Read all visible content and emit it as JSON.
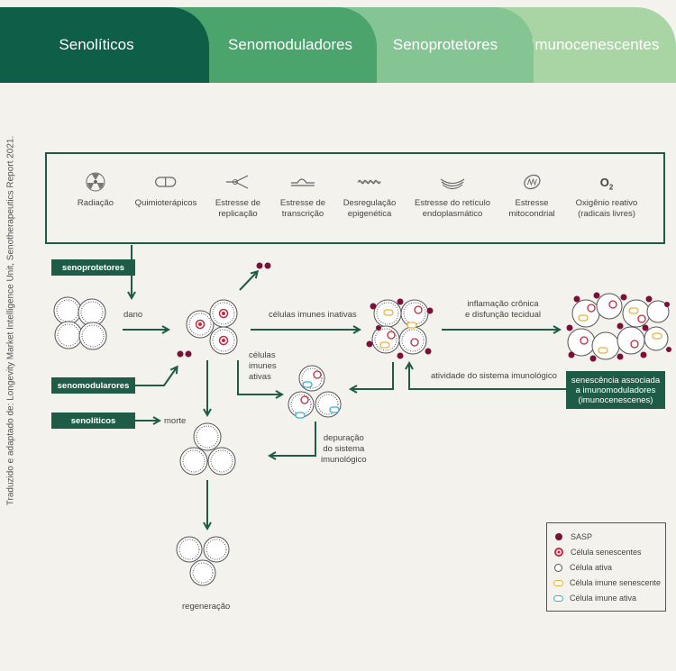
{
  "tabs": [
    "Senolíticos",
    "Senomoduladores",
    "Senoprotetores",
    "Imunocenescentes"
  ],
  "credit": "Traduzido e adaptado de: Longevity Market Intelligence Unit, Senotherapeutics Report 2021.",
  "stressors": [
    {
      "icon": "radiation-icon",
      "label": "Radiação"
    },
    {
      "icon": "capsule-icon",
      "label": "Quimioterápicos"
    },
    {
      "icon": "replication-fork-icon",
      "label": "Estresse de\nreplicação"
    },
    {
      "icon": "transcription-icon",
      "label": "Estresse de\ntranscrição"
    },
    {
      "icon": "dna-coil-icon",
      "label": "Desregulação\nepigenética"
    },
    {
      "icon": "reticulum-icon",
      "label": "Estresse do retículo\nendoplasmático"
    },
    {
      "icon": "mitochondria-icon",
      "label": "Estresse\nmitocondrial"
    },
    {
      "icon": "oxygen-icon",
      "icon_text": "O",
      "icon_sub": "2",
      "label": "Oxigênio reativo\n(radicais livres)"
    }
  ],
  "tags": {
    "senoprotetores": "senoprotetores",
    "senomoduladores": "senomodularores",
    "senoliticos": "senolíticos",
    "imuno": "senescência associada\na imunomoduladores\n(imunocenescenes)"
  },
  "labels": {
    "dano": "dano",
    "inativas": "células imunes inativas",
    "ativas": "células\nimunes\nativas",
    "inflamacao": "inflamação crônica\ne disfunção tecidual",
    "atividade": "atividade do sistema imunológico",
    "depuracao": "depuração\ndo sistema\nimunológico",
    "morte": "morte",
    "regeneracao": "regeneração"
  },
  "legend": [
    {
      "icon": "sasp-dot-icon",
      "label": "SASP"
    },
    {
      "icon": "senescent-cell-icon",
      "label": "Célula senescentes"
    },
    {
      "icon": "active-cell-icon",
      "label": "Célula ativa"
    },
    {
      "icon": "senescent-immune-cell-icon",
      "label": "Célula imune senescente"
    },
    {
      "icon": "active-immune-cell-icon",
      "label": "Célula imune ativa"
    }
  ],
  "colors": {
    "dark_green": "#1f5c47",
    "sasp": "#7a1038",
    "senescent": "#c8283c",
    "immune_senescent": "#e8b43a",
    "immune_active": "#3aaed4"
  }
}
